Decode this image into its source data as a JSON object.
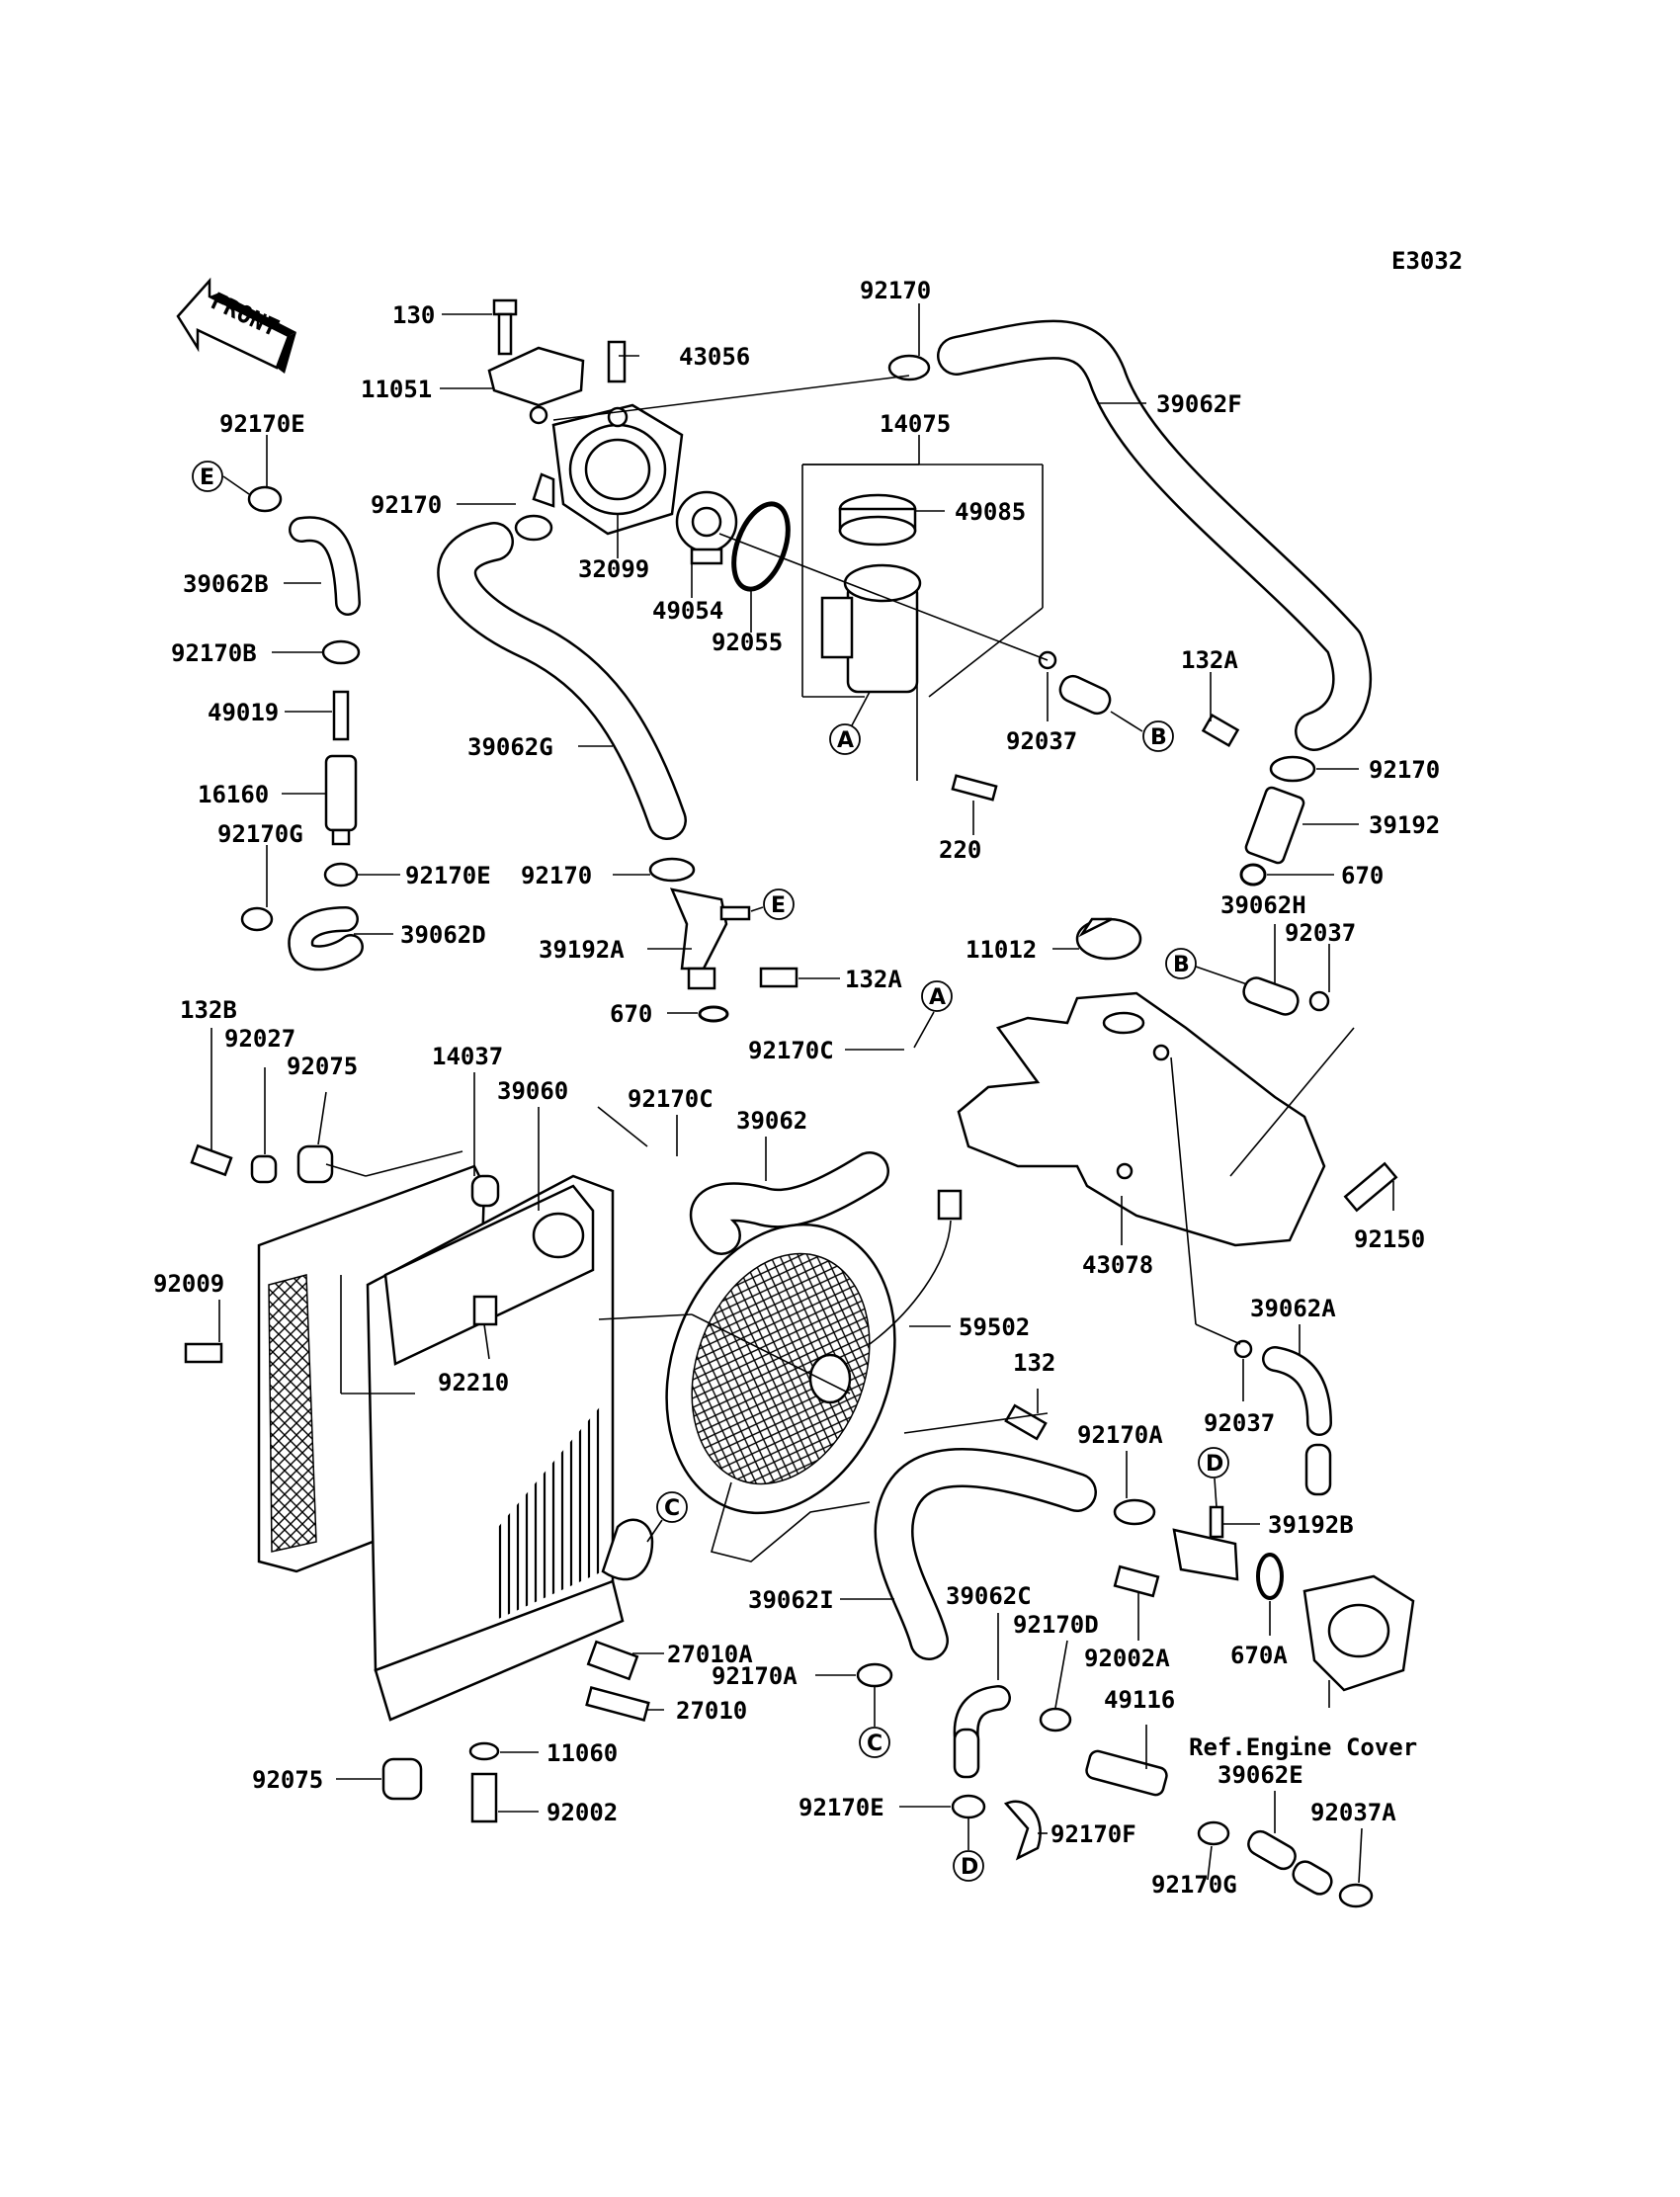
{
  "figure_code": "E3032",
  "front_label": "FRONT",
  "reference_note": "Ref.Engine Cover",
  "callouts": {
    "A": "A",
    "B": "B",
    "C": "C",
    "D": "D",
    "E": "E"
  },
  "parts": {
    "p130": "130",
    "p43056": "43056",
    "p11051": "11051",
    "p92170_top": "92170",
    "p39062F": "39062F",
    "p14075": "14075",
    "p49085": "49085",
    "p92170E_top": "92170E",
    "p92170_left": "92170",
    "p32099": "32099",
    "p49054": "49054",
    "p92055": "92055",
    "p39062B": "39062B",
    "p92170B": "92170B",
    "p49019": "49019",
    "p16160": "16160",
    "p92170G_left": "92170G",
    "p92170E_mid": "92170E",
    "p39062D": "39062D",
    "p39062G": "39062G",
    "p92037_top": "92037",
    "p220": "220",
    "p132A_top": "132A",
    "p92170_right": "92170",
    "p39192": "39192",
    "p670_right": "670",
    "p92170_mid": "92170",
    "p39192A": "39192A",
    "p132A_mid": "132A",
    "p670_mid": "670",
    "p39062H": "39062H",
    "p92037_mid": "92037",
    "p11012": "11012",
    "p132B": "132B",
    "p92027": "92027",
    "p92075_top": "92075",
    "p14037": "14037",
    "p39060": "39060",
    "p92170C_right": "92170C",
    "p92170C_left": "92170C",
    "p39062": "39062",
    "p92150": "92150",
    "p43078": "43078",
    "p92009": "92009",
    "p59502": "59502",
    "p39062A": "39062A",
    "p92210": "92210",
    "p132": "132",
    "p92037_low": "92037",
    "p92170A_right": "92170A",
    "p39192B": "39192B",
    "p39062I": "39062I",
    "p39062C": "39062C",
    "p92170D": "92170D",
    "p92002A": "92002A",
    "p670A": "670A",
    "p27010A": "27010A",
    "p92170A_low": "92170A",
    "p27010": "27010",
    "p49116": "49116",
    "p11060": "11060",
    "p92075_low": "92075",
    "p39062E": "39062E",
    "p92002": "92002",
    "p92170E_low": "92170E",
    "p92170F": "92170F",
    "p92037A": "92037A",
    "p92170G_low": "92170G"
  }
}
